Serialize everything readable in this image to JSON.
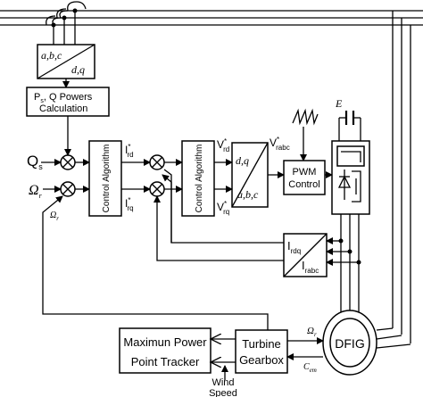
{
  "abc_dq": {
    "top": "a,b,c",
    "bottom": "d,q"
  },
  "dq_abc": {
    "top": "d,q",
    "bottom": "a,b,c"
  },
  "powers_calc": {
    "line1": "P",
    "line1_sub": "s",
    "line1_rest": ", Q Powers",
    "line2": "Calculation"
  },
  "inputs": {
    "qs": "Q",
    "qs_sub": "s",
    "omega_r": "Ω",
    "omega_r_sub": "r",
    "omega_r2": "Ω",
    "omega_r2_sub": "r"
  },
  "control1": {
    "label": "Control Algorithm"
  },
  "control2": {
    "label": "Control Algorithm"
  },
  "signals": {
    "ird": "I",
    "ird_sub": "rd",
    "ird_sup": "*",
    "irq": "I",
    "irq_sub": "rq",
    "irq_sup": "*",
    "vrd": "V",
    "vrd_sub": "rd",
    "vrd_sup": "*",
    "vrq": "V",
    "vrq_sub": "rq",
    "vrq_sup": "*",
    "vrabc": "V",
    "vrabc_sub": "rabc",
    "vrabc_sup": "*",
    "irdq": "I",
    "irdq_sub": "rdq",
    "irabc": "I",
    "irabc_sub": "rabc",
    "e": "E",
    "omega": "Ω",
    "omega_sub": "r",
    "cem": "C",
    "cem_sub": "em"
  },
  "pwm": {
    "line1": "PWM",
    "line2": "Control"
  },
  "mppt": {
    "line1": "Maximun Power",
    "line2": "Point Tracker"
  },
  "turbine": {
    "line1": "Turbine",
    "line2": "Gearbox"
  },
  "wind": {
    "line1": "Wind",
    "line2": "Speed"
  },
  "dfig": {
    "label": "DFIG"
  }
}
